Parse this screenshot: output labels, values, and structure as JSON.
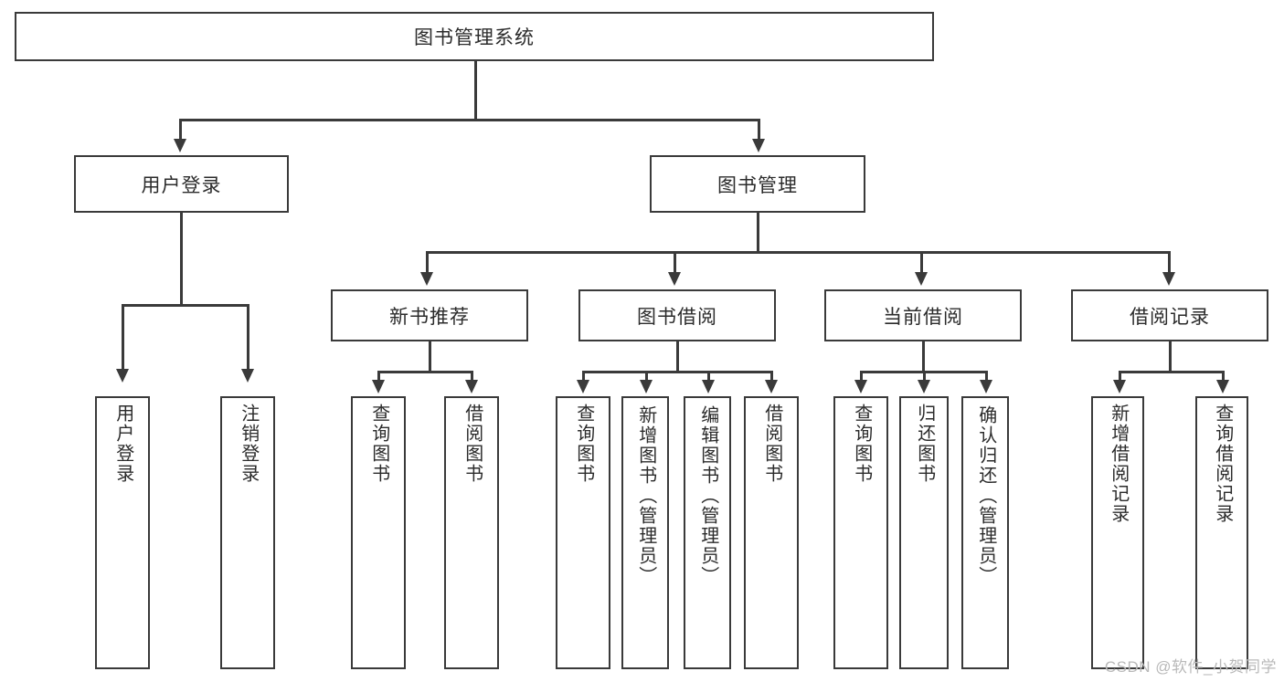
{
  "diagram": {
    "type": "tree",
    "title": "图书管理系统",
    "root": {
      "label": "图书管理系统"
    },
    "level2": [
      {
        "label": "用户登录"
      },
      {
        "label": "图书管理"
      }
    ],
    "level3": [
      {
        "label": "新书推荐",
        "parent": "图书管理"
      },
      {
        "label": "图书借阅",
        "parent": "图书管理"
      },
      {
        "label": "当前借阅",
        "parent": "图书管理"
      },
      {
        "label": "借阅记录",
        "parent": "图书管理"
      }
    ],
    "leaves": {
      "user_login": [
        {
          "label": "用户登录"
        },
        {
          "label": "注销登录"
        }
      ],
      "new_book_recommend": [
        {
          "label": "查询图书"
        },
        {
          "label": "借阅图书"
        }
      ],
      "book_borrow": [
        {
          "label": "查询图书"
        },
        {
          "label": "新增图书（管理员）"
        },
        {
          "label": "编辑图书（管理员）"
        },
        {
          "label": "借阅图书"
        }
      ],
      "current_borrow": [
        {
          "label": "查询图书"
        },
        {
          "label": "归还图书"
        },
        {
          "label": "确认归还（管理员）"
        }
      ],
      "borrow_record": [
        {
          "label": "新增借阅记录"
        },
        {
          "label": "查询借阅记录"
        }
      ]
    }
  },
  "watermark": {
    "text": "CSDN @软件_小贺同学"
  },
  "colors": {
    "border": "#3a3a3a",
    "text": "#2b2b2b",
    "background": "#ffffff",
    "watermark": "#b9b9b9"
  }
}
